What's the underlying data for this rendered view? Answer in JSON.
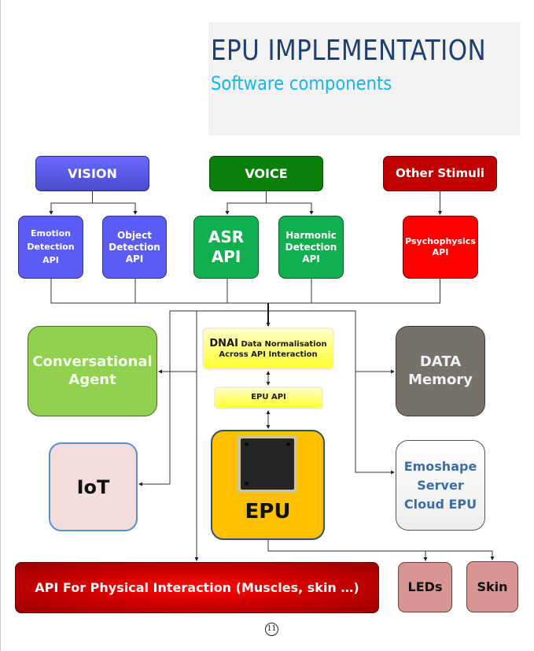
{
  "title": {
    "main": "EPU IMPLEMENTATION",
    "subtitle": "Software components"
  },
  "inputs": {
    "vision": {
      "label": "VISION",
      "apis": [
        {
          "lines": [
            "Emotion",
            "Detection",
            "API"
          ]
        },
        {
          "lines": [
            "Object",
            "Detection",
            "API"
          ]
        }
      ]
    },
    "voice": {
      "label": "VOICE",
      "apis": [
        {
          "lines": [
            "ASR",
            "API"
          ]
        },
        {
          "lines": [
            "Harmonic",
            "Detection",
            "API"
          ]
        }
      ]
    },
    "other": {
      "label": "Other Stimuli",
      "apis": [
        {
          "lines": [
            "Psychophysics",
            "API"
          ]
        }
      ]
    }
  },
  "core": {
    "dnai": {
      "prefix": "DNAI",
      "line1": "Data Normalisation",
      "line2": "Across API Interaction"
    },
    "epu_api": "EPU API",
    "epu": "EPU"
  },
  "outputs": {
    "conversational": [
      "Conversational",
      "Agent"
    ],
    "data_memory": [
      "DATA",
      "Memory"
    ],
    "iot": "IoT",
    "emoshape": [
      "Emoshape",
      "Server",
      "Cloud EPU"
    ],
    "physical": "API For Physical Interaction (Muscles, skin …)",
    "leds": "LEDs",
    "skin": "Skin"
  },
  "colors": {
    "title": "#1f3f6e",
    "subtitle": "#18b4ee",
    "vision": "#5b5bf5",
    "voice": "#0a7f0a",
    "voice_api": "#10b050",
    "other": "#c00000",
    "psychophysics": "#ff0000",
    "conversational": "#92d050",
    "data_memory": "#767169",
    "iot": "#f2dcdc",
    "epu": "#ffc000",
    "dnai": "#ffff30",
    "emoshape_text": "#3b6ea5",
    "physical": "#d00000",
    "leds_skin": "#d99594"
  },
  "page_number": "11"
}
